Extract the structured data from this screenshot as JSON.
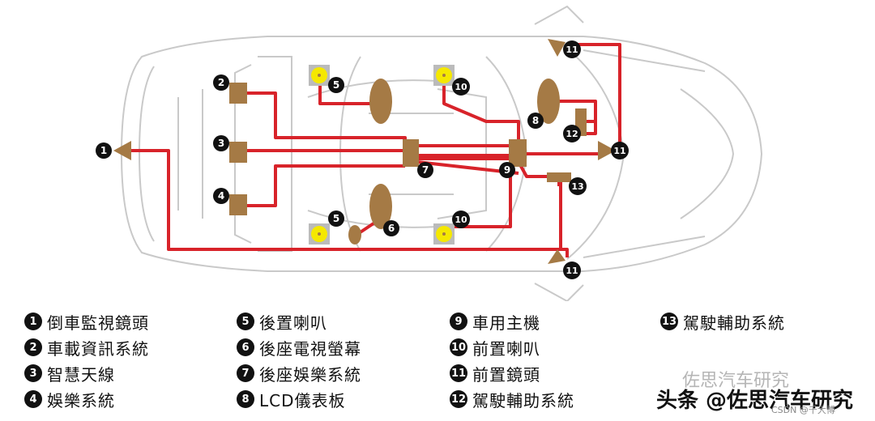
{
  "callouts": [
    "1",
    "2",
    "3",
    "4",
    "5",
    "5",
    "6",
    "7",
    "8",
    "9",
    "10",
    "10",
    "11",
    "11",
    "11",
    "12",
    "13"
  ],
  "legend": [
    {
      "num": "1",
      "label": "倒車監視鏡頭"
    },
    {
      "num": "2",
      "label": "車載資訊系統"
    },
    {
      "num": "3",
      "label": "智慧天線"
    },
    {
      "num": "4",
      "label": "娛樂系統"
    },
    {
      "num": "5",
      "label": "後置喇叭"
    },
    {
      "num": "6",
      "label": "後座電視螢幕"
    },
    {
      "num": "7",
      "label": "後座娛樂系統"
    },
    {
      "num": "8",
      "label": "LCD儀表板"
    },
    {
      "num": "9",
      "label": "車用主機"
    },
    {
      "num": "10",
      "label": "前置喇叭"
    },
    {
      "num": "11",
      "label": "前置鏡頭"
    },
    {
      "num": "12",
      "label": "駕駛輔助系統"
    },
    {
      "num": "13",
      "label": "駕駛輔助系統"
    }
  ],
  "watermark": {
    "faint": "佐思汽车研究",
    "main": "头条 @佐思汽车研究",
    "csdn": "CSDN @千大博"
  },
  "colors": {
    "wire": "#d8232a",
    "module": "#a57a45",
    "speaker": "#f5e800",
    "car_outline": "#c9c9c9",
    "badge": "#111111"
  }
}
